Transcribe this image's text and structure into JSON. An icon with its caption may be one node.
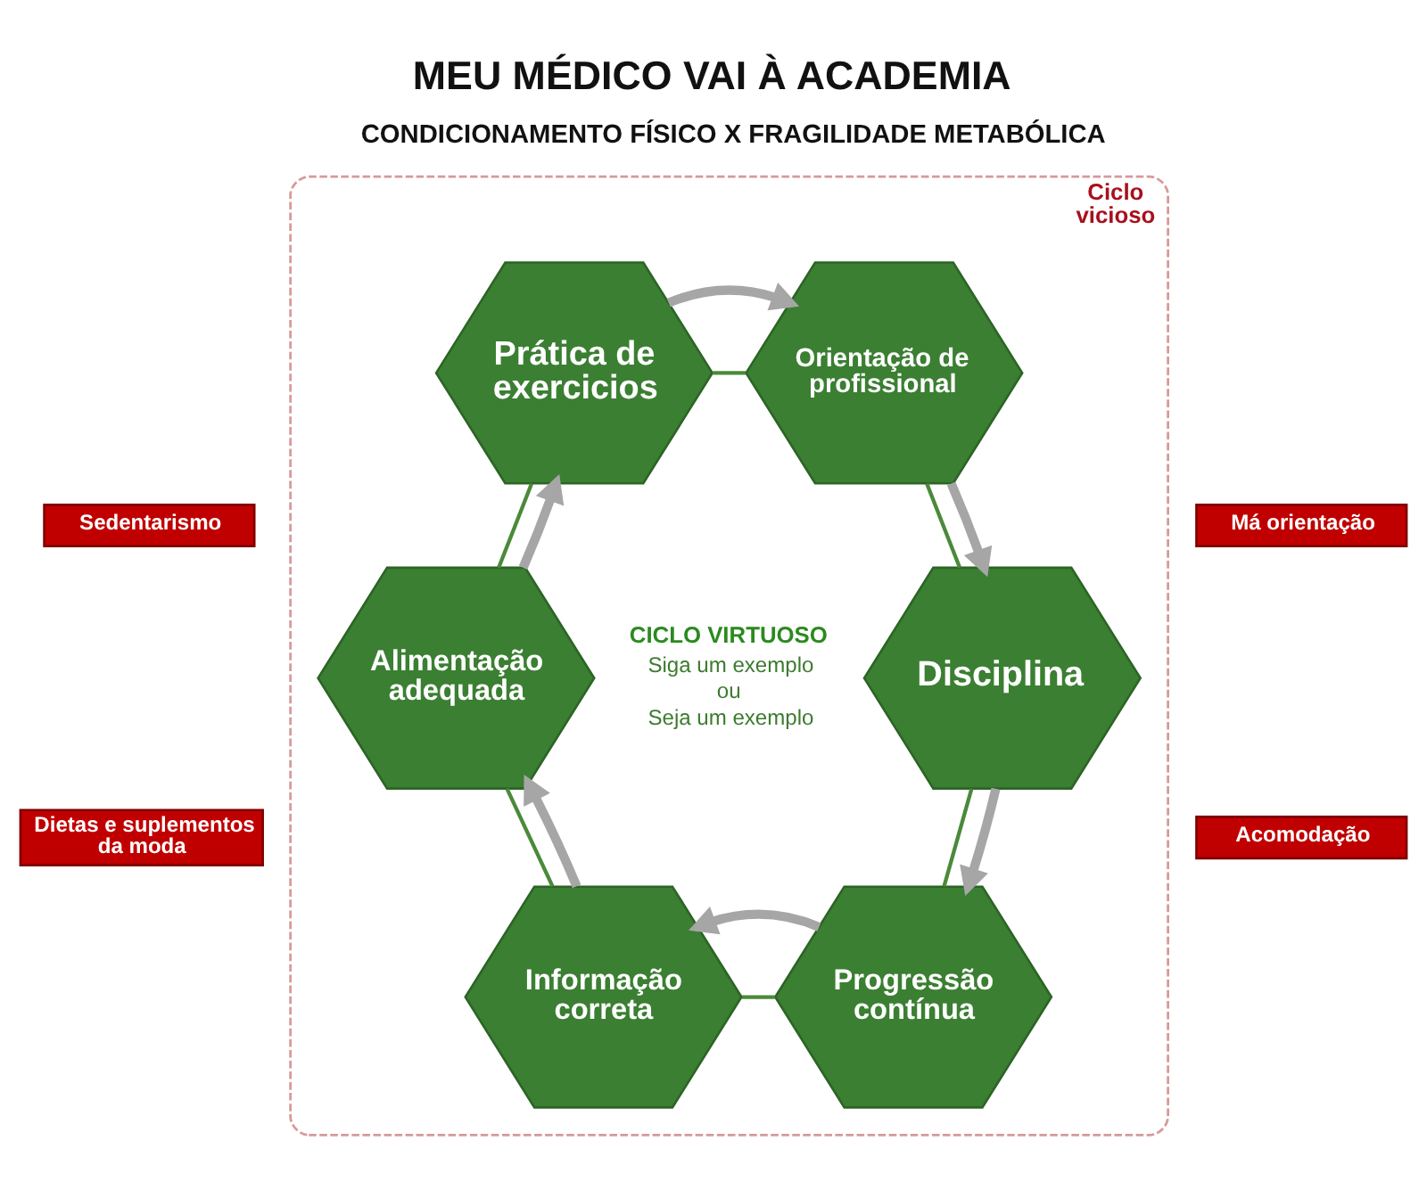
{
  "diagram": {
    "title": "MEU MÉDICO VAI À ACADEMIA",
    "nodes": [
      {
        "text": [
          "Ciclo vicioso"
        ]
      },
      {
        "text": [
          "Prática de exercicios"
        ],
        "in": 0
      },
      {
        "text": [
          "Orientação de profissional"
        ],
        "in": 0
      },
      {
        "text": [
          "Sedentarismo"
        ]
      },
      {
        "text": [
          "Má orientação"
        ]
      },
      {
        "text": [
          "Alimentação adequada"
        ],
        "in": 0
      },
      {
        "text": [
          "Disciplina"
        ],
        "in": 0
      },
      {
        "text": [
          "Dietas e suplementos da moda"
        ]
      },
      {
        "text": [
          "Acomodação"
        ]
      },
      {
        "text": [
          "Informação correta"
        ],
        "in": 0
      },
      {
        "text": [
          "Progressão contínua"
        ],
        "in": 0
      }
    ],
    "edges": [
      {
        "from": 1,
        "to": 2,
        "arrow": "none"
      },
      {
        "from": 2,
        "to": 6,
        "arrow": "none"
      },
      {
        "from": 6,
        "to": 10,
        "arrow": "none"
      },
      {
        "from": 10,
        "to": 9,
        "arrow": "none"
      },
      {
        "from": 9,
        "to": 5,
        "arrow": "none"
      },
      {
        "from": 5,
        "to": 1,
        "arrow": "none"
      },
      {
        "from": 1,
        "to": 2,
        "arrow": "to",
        "style": "thick",
        "color": "#a6a6a6"
      },
      {
        "from": 2,
        "to": 6,
        "arrow": "to",
        "style": "thick",
        "color": "#a6a6a6"
      },
      {
        "from": 6,
        "to": 10,
        "arrow": "to",
        "style": "thick",
        "color": "#a6a6a6"
      },
      {
        "from": 10,
        "to": 9,
        "arrow": "to",
        "style": "thick",
        "color": "#a6a6a6"
      },
      {
        "from": 9,
        "to": 5,
        "arrow": "to",
        "style": "thick",
        "color": "#a6a6a6"
      },
      {
        "from": 5,
        "to": 1,
        "arrow": "to",
        "style": "thick",
        "color": "#a6a6a6"
      }
    ],
    "labels": [
      "CONDICIONAMENTO FÍSICO X FRAGILIDADE METABÓLICA",
      "CICLO VIRTUOSO",
      "Siga um exemplo",
      "ou",
      "Seja um exemplo"
    ]
  }
}
